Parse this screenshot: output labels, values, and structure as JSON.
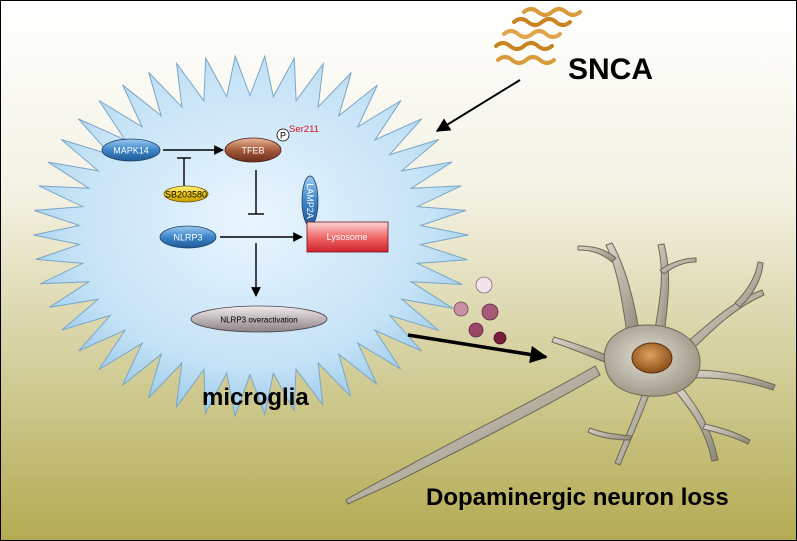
{
  "labels": {
    "snca": "SNCA",
    "microglia": "microglia",
    "neuron_loss": "Dopaminergic neuron loss"
  },
  "nodes": {
    "mapk14": "MAPK14",
    "tfeb": "TFEB",
    "phospho_symbol": "P",
    "phospho_site": "Ser211",
    "inhibitor": "SB203580",
    "lamp2a": "LAMP2A",
    "nlrp3": "NLRP3",
    "lysosome": "Lysosome",
    "overactivation": "NLRP3 overactivation"
  },
  "colors": {
    "background_top": "#ffffff",
    "background_bottom": "#b5ae55",
    "microglia_fill": "#c5e3f7",
    "snca_wave": "#d9922e",
    "phospho_site_text": "#d0141e",
    "inhibitor_fill": "#f2d31d",
    "lysosome_fill": "#e8323a",
    "tfeb_fill": "#9b4f34",
    "node_blue": "#3a82c4",
    "overactivation_fill": "#a9a2a5",
    "neuron_fill": "#b7b2a4",
    "nucleus_fill": "#b9762d"
  },
  "vesicle_colors": [
    "#f2dfe7",
    "#c98fa5",
    "#a85a77",
    "#8d3556",
    "#7a1c3c"
  ]
}
